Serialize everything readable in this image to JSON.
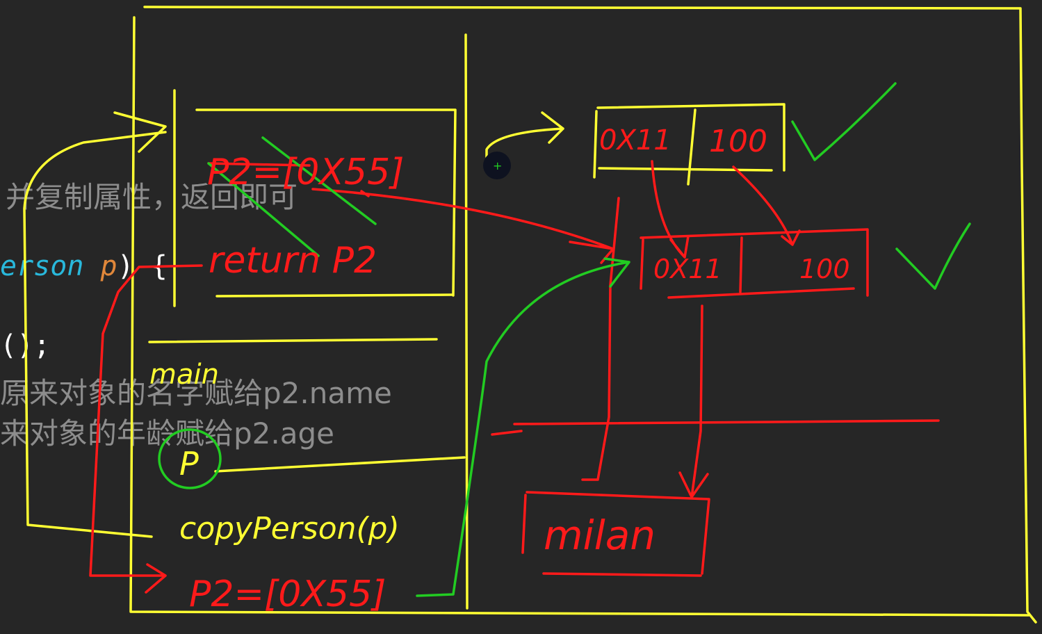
{
  "code": {
    "comment1": "并复制属性，返回即可",
    "sig_param_type": "erson",
    "sig_param_name": "p",
    "sig_tail": ") {",
    "call_tail": "();",
    "comment2": "原来对象的名字赋给p2.name",
    "comment3": "来对象的年龄赋给p2.age"
  },
  "colors": {
    "background": "#262626",
    "ink_yellow": "#ffff33",
    "ink_red": "#ff1a1a",
    "ink_green": "#22cc22",
    "code_cyan": "#29b8db",
    "code_orange": "#e0873a"
  },
  "stack": {
    "copy_frame": {
      "line1": "P2=[0X55]",
      "line2": "return P2"
    },
    "main_frame": {
      "label": "main",
      "var_p": "P",
      "call": "copyPerson(p)",
      "assign": "P2=[0X55]"
    }
  },
  "heap": {
    "object_p": {
      "addr": "0X11",
      "age": "100"
    },
    "object_p2": {
      "addr": "0X11",
      "age": "100"
    },
    "string_pool": {
      "value": "milan"
    }
  }
}
